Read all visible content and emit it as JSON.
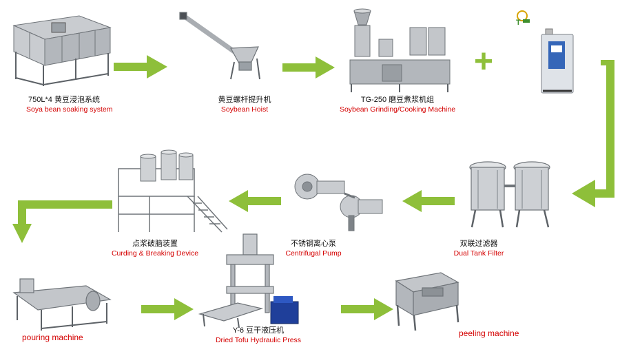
{
  "colors": {
    "arrow": "#8ebf3a",
    "caption_en": "#d40000",
    "caption_cn": "#111111",
    "steel": "#b9bcc0",
    "steel_dark": "#7e8388"
  },
  "steps": [
    {
      "id": "soaking",
      "cn": "750L*4 黄豆浸泡系统",
      "en": "Soya bean soaking system"
    },
    {
      "id": "hoist",
      "cn": "黄豆螺杆提升机",
      "en": "Soybean Hoist"
    },
    {
      "id": "grinding",
      "cn": "TG-250 磨豆煮浆机组",
      "en": "Soybean Grinding/Cooking Machine"
    },
    {
      "id": "boiler",
      "cn": "",
      "en": ""
    },
    {
      "id": "filter",
      "cn": "双联过滤器",
      "en": "Dual Tank Filter"
    },
    {
      "id": "pump",
      "cn": "不锈钢离心泵",
      "en": "Centrifugal Pump"
    },
    {
      "id": "curding",
      "cn": "点浆破脑装置",
      "en": "Curding & Breaking Device"
    },
    {
      "id": "pouring",
      "cn": "",
      "en": "pouring machine"
    },
    {
      "id": "press",
      "cn": "Y-6 豆干液压机",
      "en": "Dried Tofu Hydraulic Press"
    },
    {
      "id": "peeling",
      "cn": "",
      "en": "peeling machine"
    }
  ],
  "plus_sign": "+",
  "logo_icon": "brand-logo-icon"
}
